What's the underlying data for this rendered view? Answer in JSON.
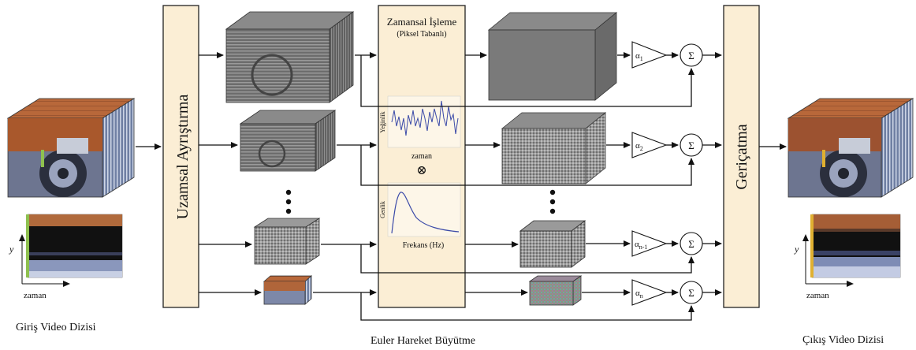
{
  "input": {
    "caption": "Giriş Video Dizisi",
    "axis_y": "y",
    "axis_x": "zaman"
  },
  "output": {
    "caption": "Çıkış Video Dizisi",
    "axis_y": "y",
    "axis_x": "zaman"
  },
  "spatial_decomposition": {
    "label": "Uzamsal Ayrıştırma"
  },
  "reconstruction": {
    "label": "Geriçatma"
  },
  "temporal_processing": {
    "title": "Zamansal İşleme",
    "subtitle": "(Piksel Tabanlı)",
    "signal_plot": {
      "ylabel": "Yeğinlik",
      "xlabel": "zaman"
    },
    "multiply_symbol": "⊗",
    "response_plot": {
      "ylabel": "Genlik",
      "xlabel": "Frekans (Hz)"
    }
  },
  "gains": [
    {
      "symbol": "α",
      "sub": "1"
    },
    {
      "symbol": "α",
      "sub": "2"
    },
    {
      "symbol": "α",
      "sub": "n-1"
    },
    {
      "symbol": "α",
      "sub": "n"
    }
  ],
  "sum_symbol": "Σ",
  "ellipsis": "•\n•\n•",
  "caption_main": "Euler Hareket Büyütme",
  "colors": {
    "box_fill": "#fbeed5",
    "box_stroke": "#222222",
    "wood": "#b5683a",
    "metal": "#7c8aa8",
    "line": "#111111"
  }
}
